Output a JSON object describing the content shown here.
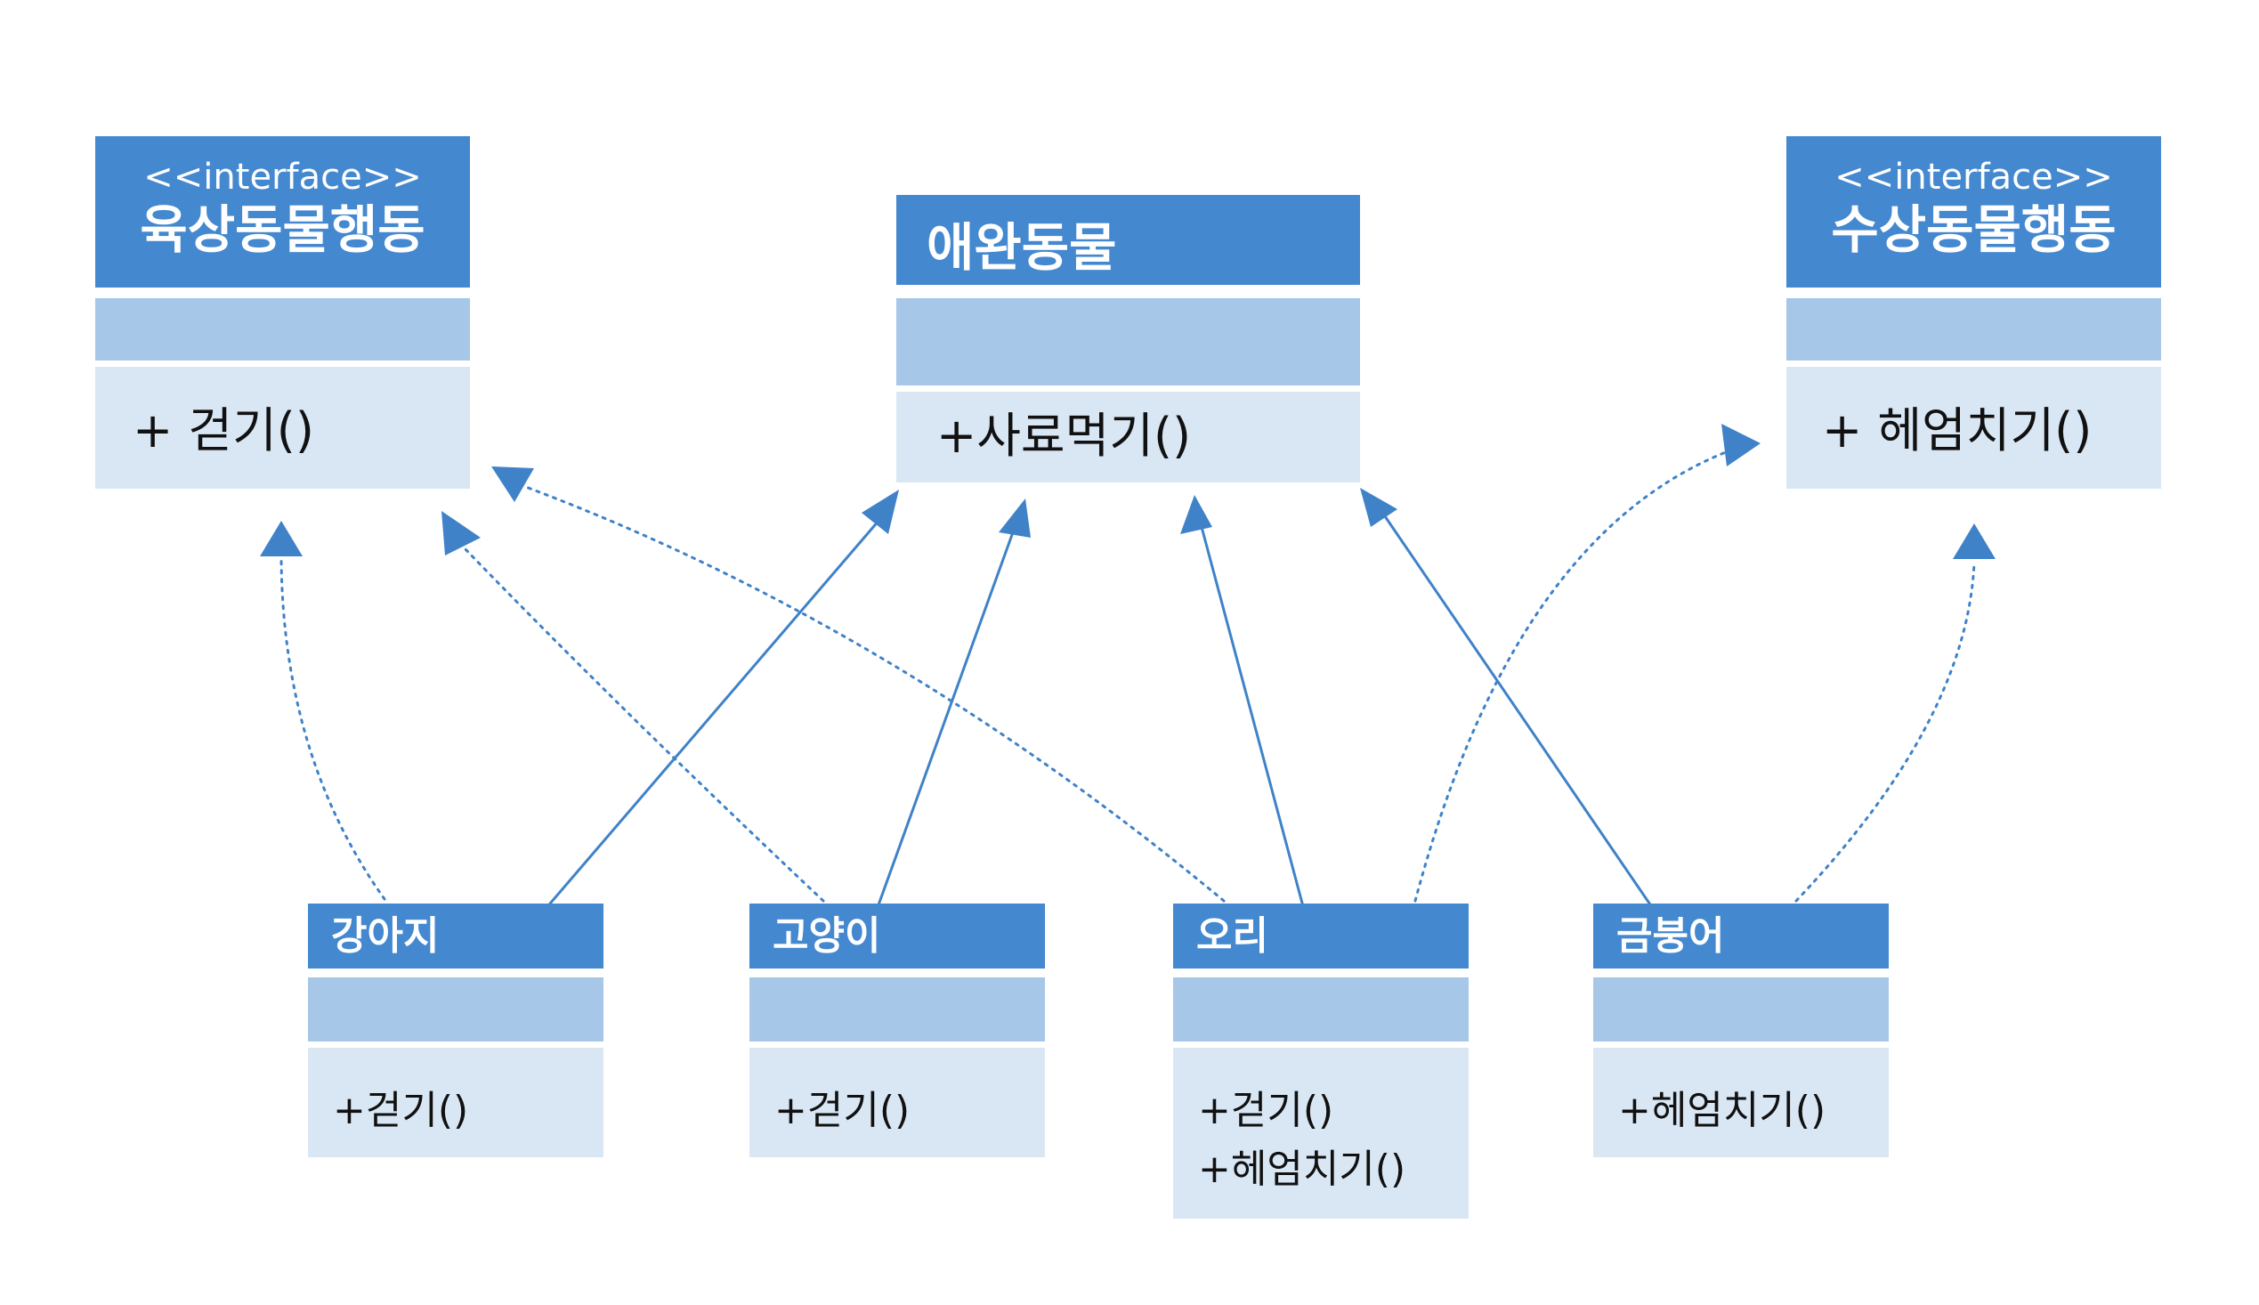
{
  "diagram": {
    "classes": {
      "land": {
        "stereotype": "<<interface>>",
        "name": "육상동물행동",
        "methods": [
          "+ 걷기()"
        ]
      },
      "pet": {
        "name": "애완동물",
        "methods": [
          "+사료먹기()"
        ]
      },
      "water": {
        "stereotype": "<<interface>>",
        "name": "수상동물행동",
        "methods": [
          "+ 헤엄치기()"
        ]
      },
      "dog": {
        "name": "강아지",
        "methods": [
          "+걷기()"
        ]
      },
      "cat": {
        "name": "고양이",
        "methods": [
          "+걷기()"
        ]
      },
      "duck": {
        "name": "오리",
        "methods": [
          "+걷기()",
          "+헤엄치기()"
        ]
      },
      "goldfish": {
        "name": "금붕어",
        "methods": [
          "+헤엄치기()"
        ]
      }
    },
    "relations": [
      {
        "from": "dog",
        "to": "land",
        "kind": "realization"
      },
      {
        "from": "cat",
        "to": "land",
        "kind": "realization"
      },
      {
        "from": "duck",
        "to": "land",
        "kind": "realization"
      },
      {
        "from": "dog",
        "to": "pet",
        "kind": "generalization"
      },
      {
        "from": "cat",
        "to": "pet",
        "kind": "generalization"
      },
      {
        "from": "duck",
        "to": "pet",
        "kind": "generalization"
      },
      {
        "from": "goldfish",
        "to": "pet",
        "kind": "generalization"
      },
      {
        "from": "duck",
        "to": "water",
        "kind": "realization"
      },
      {
        "from": "goldfish",
        "to": "water",
        "kind": "realization"
      }
    ],
    "colors": {
      "header": "#4488d0",
      "attributes": "#a6c7e8",
      "methods": "#d9e7f5",
      "link": "#3f82c8"
    }
  }
}
